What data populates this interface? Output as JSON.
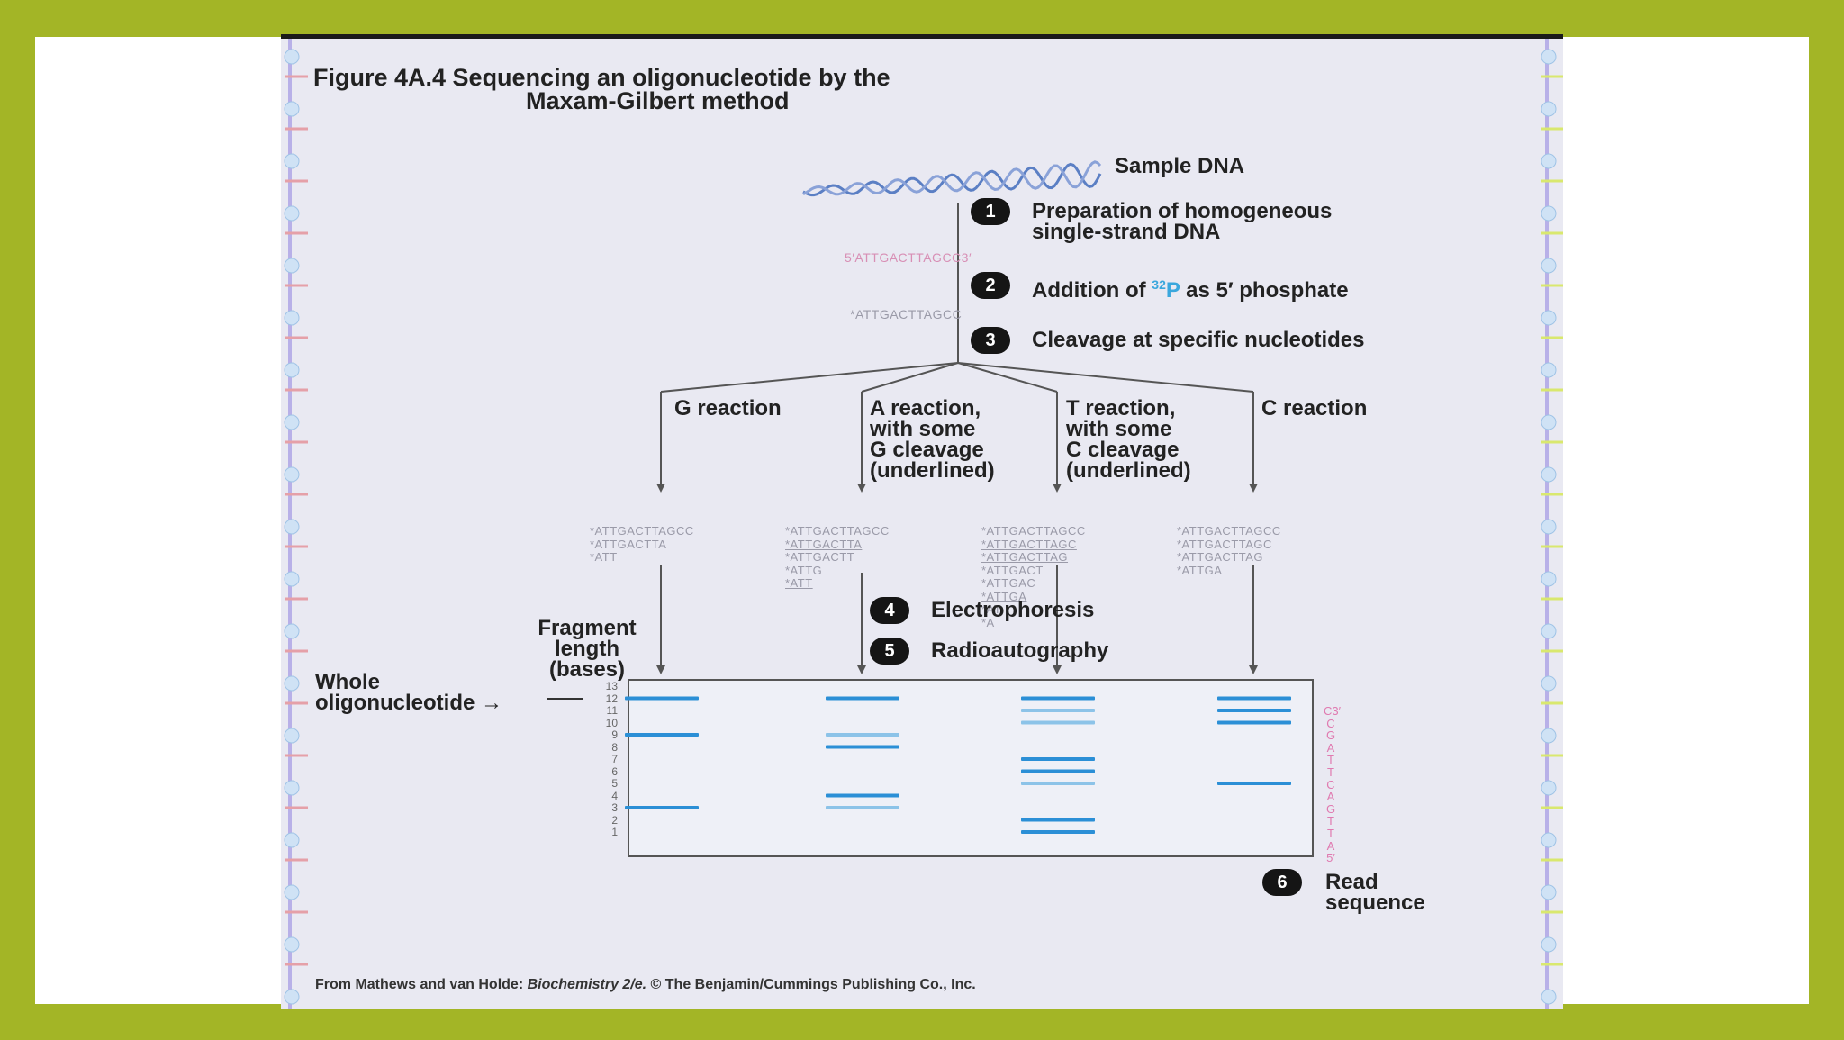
{
  "figure": {
    "title_line1": "Figure 4A.4  Sequencing an oligonucleotide by the",
    "title_line2": "Maxam-Gilbert method",
    "sample_label": "Sample DNA",
    "steps": {
      "s1_num": "1",
      "s1_line1": "Preparation of homogeneous",
      "s1_line2": "single-strand DNA",
      "s2_num": "2",
      "s2_pre": "Addition of ",
      "s2_sup": "32",
      "s2_p": "P",
      "s2_post": " as 5′ phosphate",
      "s3_num": "3",
      "s3_text": "Cleavage at specific nucleotides",
      "s4_num": "4",
      "s4_text": "Electrophoresis",
      "s5_num": "5",
      "s5_text": "Radioautography",
      "s6_num": "6",
      "s6_line1": "Read",
      "s6_line2": "sequence"
    },
    "strand1": "5′ATTGACTTAGCC3′",
    "strand2": "*ATTGACTTAGCC",
    "reactions": {
      "g": [
        "G reaction"
      ],
      "a": [
        "A reaction,",
        "with some",
        "G cleavage",
        "(underlined)"
      ],
      "t": [
        "T reaction,",
        "with some",
        "C cleavage",
        "(underlined)"
      ],
      "c": [
        "C reaction"
      ]
    },
    "fragments": {
      "g": [
        "*ATTGACTTAGCC",
        "*ATTGACTTA",
        "*ATT"
      ],
      "a": [
        "*ATTGACTTAGCC",
        "*ATTGACTTA",
        "*ATTGACTT",
        "*ATTG",
        "*ATT"
      ],
      "t": [
        "*ATTGACTTAGCC",
        "*ATTGACTTAGC",
        "*ATTGACTTAG",
        "*ATTGACT",
        "*ATTGAC",
        "*ATTGA",
        "*AT",
        "*A"
      ],
      "c": [
        "*ATTGACTTAGCC",
        "*ATTGACTTAGC",
        "*ATTGACTTAG",
        "*ATTGA"
      ]
    },
    "fragment_length_label": [
      "Fragment",
      "length",
      "(bases)"
    ],
    "whole_oligo_label": [
      "Whole",
      "oligonucleotide"
    ],
    "arrow_glyph": "→",
    "gel_numbers": [
      "13",
      "12",
      "11",
      "10",
      "9",
      "8",
      "7",
      "6",
      "5",
      "4",
      "3",
      "2",
      "1"
    ],
    "read_sequence": [
      "C3′",
      "C",
      "G",
      "A",
      "T",
      "T",
      "C",
      "A",
      "G",
      "T",
      "T",
      "A",
      "5′"
    ],
    "bands": {
      "g": [
        12,
        9,
        3
      ],
      "a": [
        12,
        9,
        8,
        4,
        3
      ],
      "t": [
        12,
        11,
        10,
        7,
        6,
        5,
        2,
        1
      ],
      "c": [
        12,
        11,
        10,
        5
      ]
    },
    "faint_bands": {
      "a": [
        9,
        3
      ],
      "t": [
        11,
        10,
        5
      ]
    },
    "credit_pre": "From Mathews and van Holde: ",
    "credit_italic": "Biochemistry 2/e.",
    "credit_post": " © The Benjamin/Cummings Publishing Co., Inc."
  },
  "colors": {
    "background": "#a3b526",
    "band": "#2b8fd6",
    "band_faint": "#8cc3e8",
    "dna": "#5b7fc4"
  }
}
